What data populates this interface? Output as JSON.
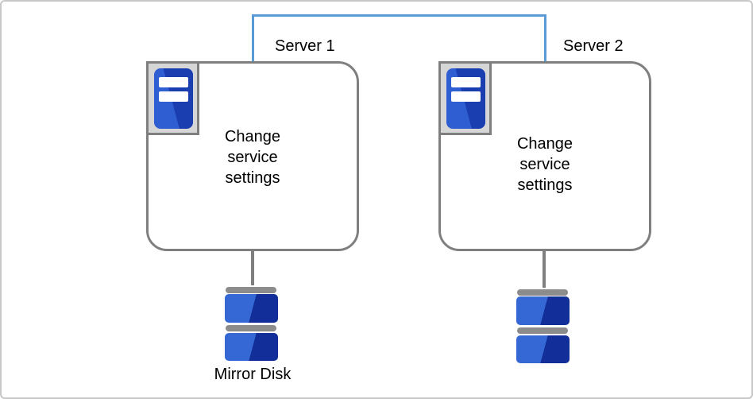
{
  "servers": [
    {
      "name_label": "Server 1",
      "service_text": [
        "Change",
        "service",
        "settings"
      ]
    },
    {
      "name_label": "Server 2",
      "service_text": [
        "Change",
        "service",
        "settings"
      ]
    }
  ],
  "mirror_disk_label": "Mirror Disk",
  "icons": {
    "server_icon": "tower-server-icon",
    "disk_icon": "mirror-disk-stack-icon",
    "link_line": "network-link-line"
  },
  "colors": {
    "link_blue": "#5B9BD5",
    "outline_gray": "#7F7F7F",
    "icon_frame_silver": "#D6D6D6",
    "server_blue_light": "#2E5ED1",
    "server_blue_dark": "#1A3EB0",
    "disk_blue_light": "#3568D4",
    "disk_blue_dark": "#122E98",
    "disk_bar_gray": "#8C8C8C"
  }
}
